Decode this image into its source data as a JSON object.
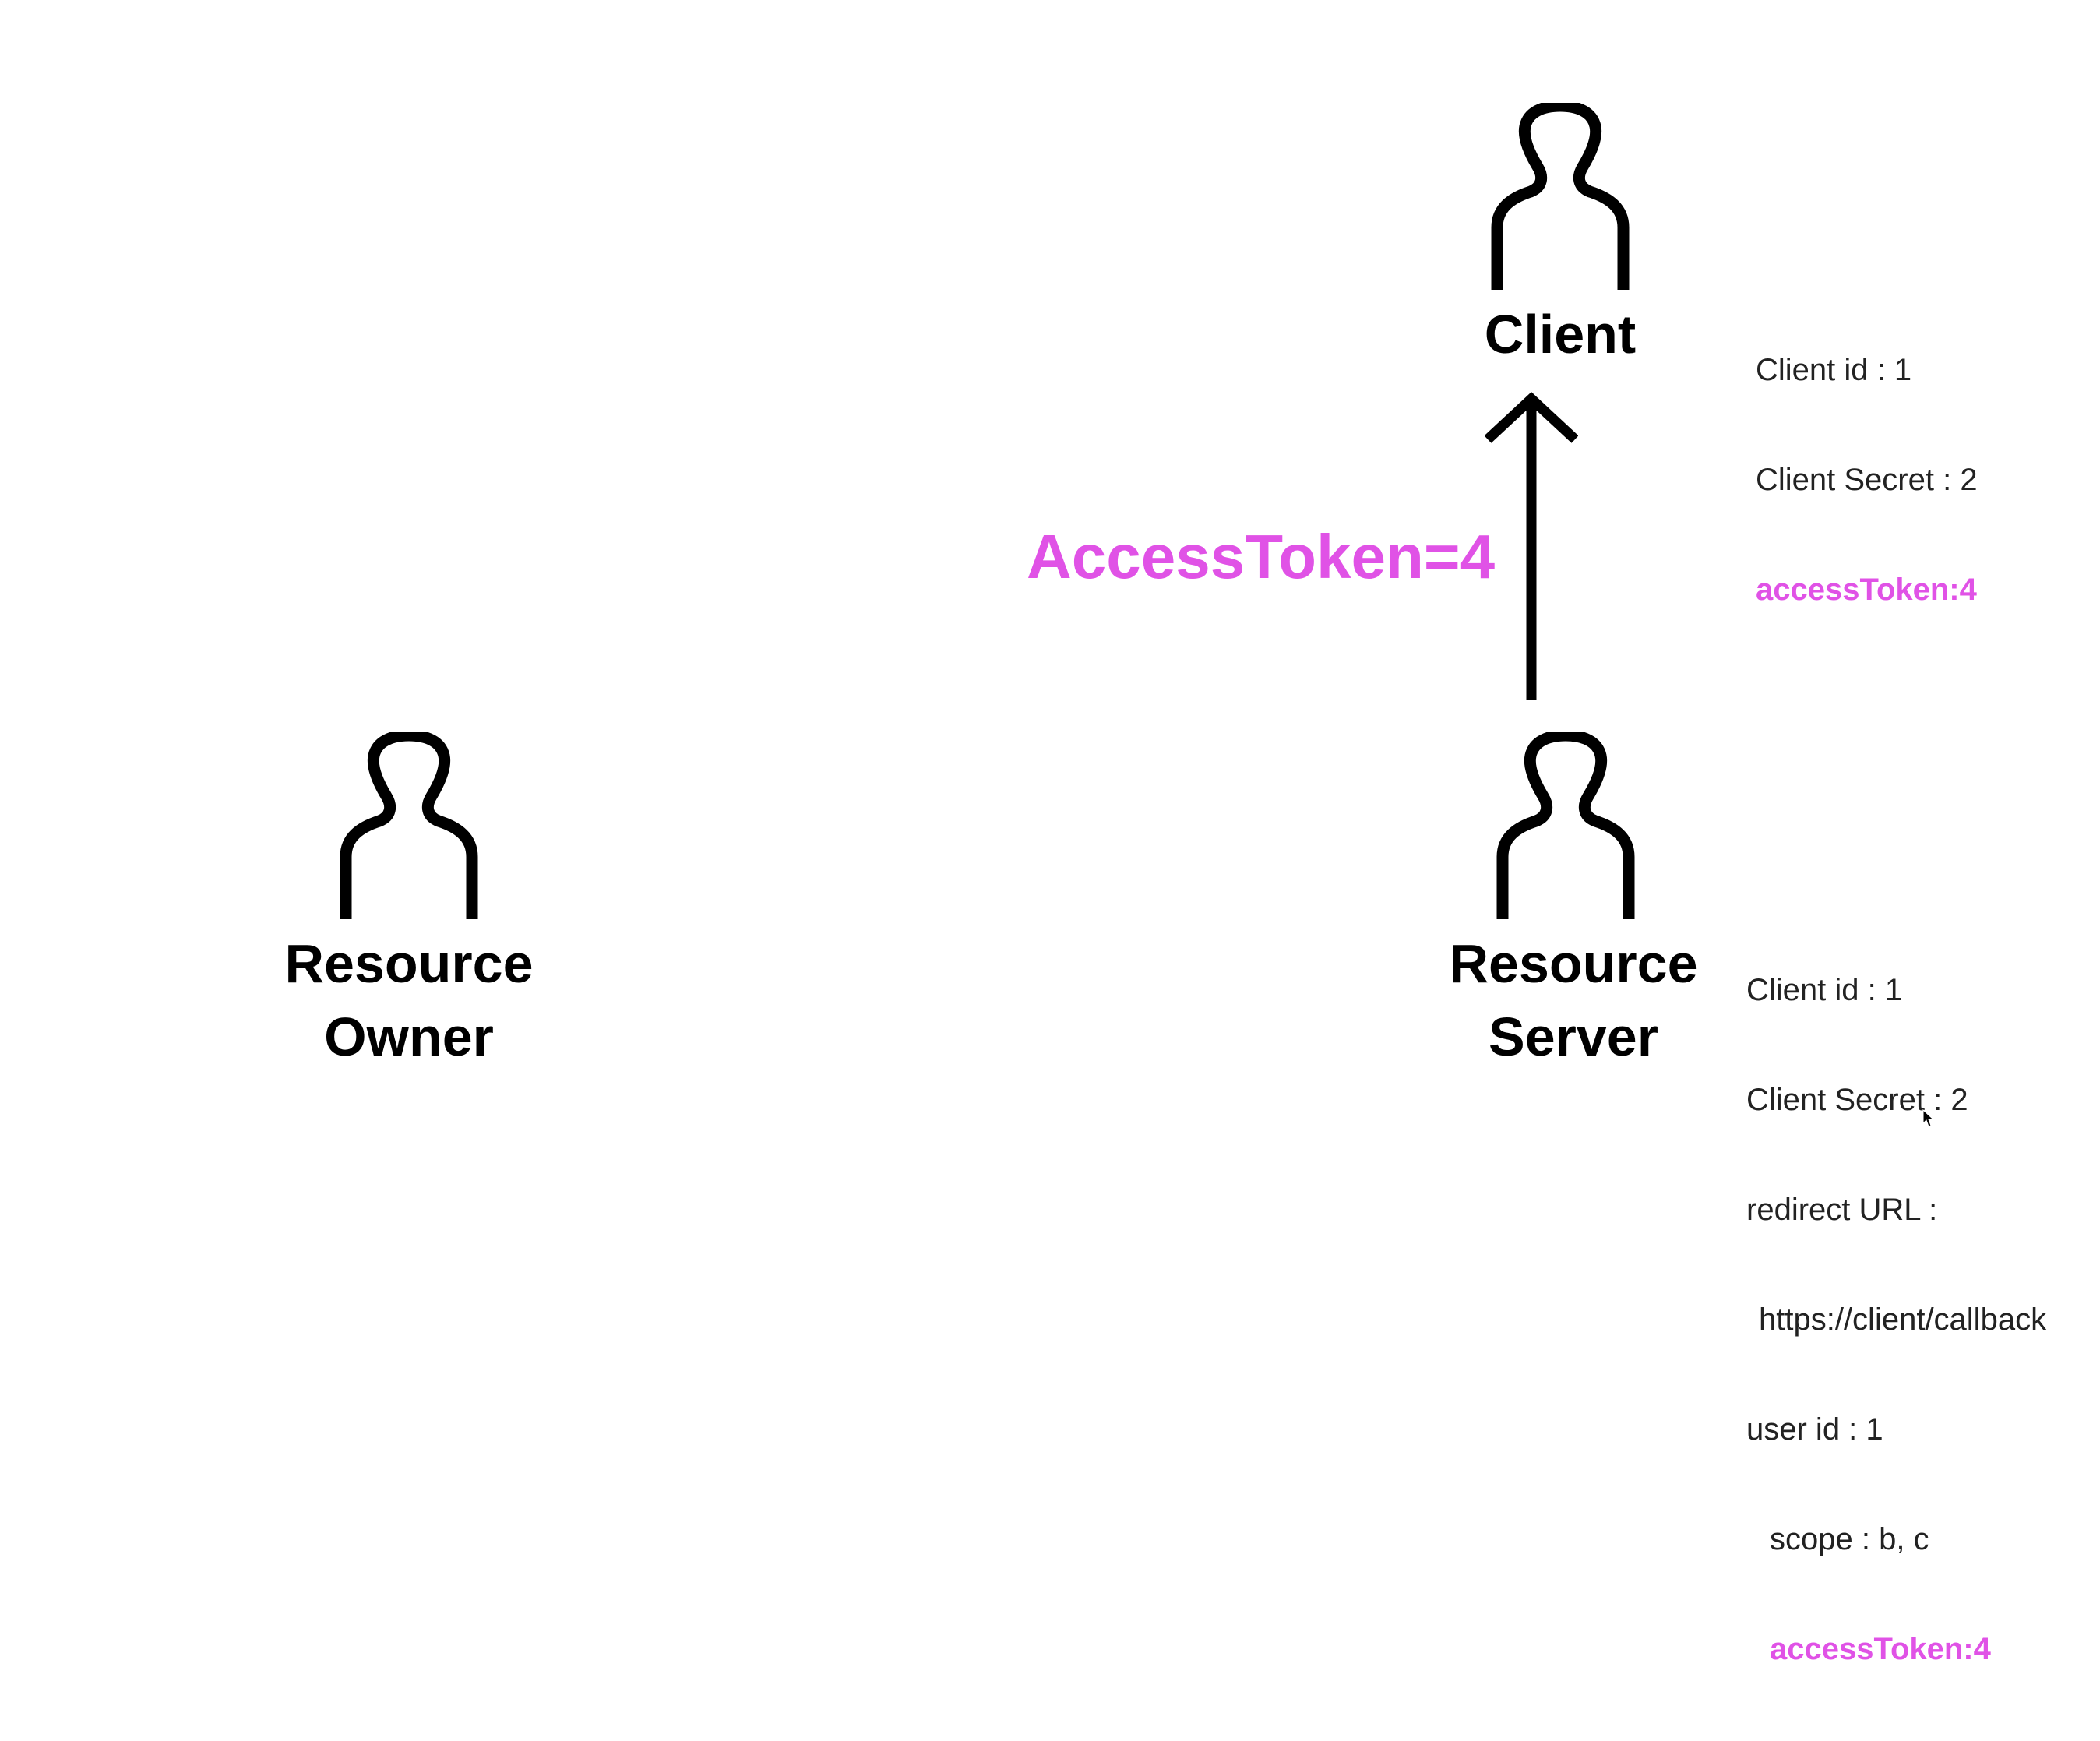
{
  "accent_color": "#e052e6",
  "actors": {
    "client": {
      "label": "Client",
      "icon": "person-icon"
    },
    "resource_owner": {
      "label_line1": "Resource",
      "label_line2": "Owner",
      "icon": "person-icon"
    },
    "resource_server": {
      "label_line1": "Resource",
      "label_line2": "Server",
      "icon": "person-icon"
    }
  },
  "client_info": {
    "client_id": "Client id : 1",
    "client_secret": "Client Secret : 2",
    "access_token": "accessToken:4"
  },
  "server_info": {
    "client_id": "Client id : 1",
    "client_secret": "Client Secret : 2",
    "redirect_url_label": "redirect URL :",
    "redirect_url_value": "https://client/callback",
    "user_id": "user id : 1",
    "scope": "scope : b, c",
    "access_token": "accessToken:4"
  },
  "flow": {
    "arrow_label": "AccessToken=4",
    "arrow_direction": "up"
  }
}
